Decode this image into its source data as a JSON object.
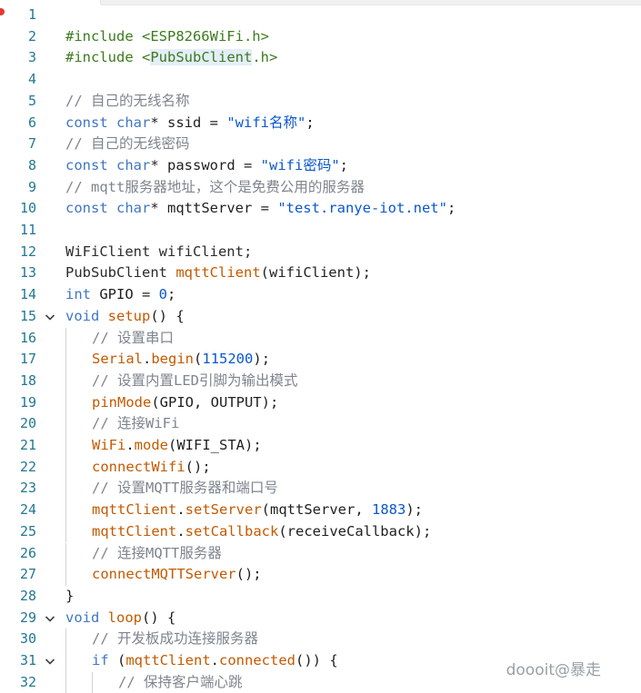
{
  "watermark": "doooit@暴走",
  "lines": [
    {
      "n": "1",
      "fold": false,
      "indent": 0,
      "breakpoint": true,
      "tokens": []
    },
    {
      "n": "2",
      "fold": false,
      "indent": 0,
      "tokens": [
        {
          "t": "#include <ESP8266WiFi.h>",
          "c": "pre"
        }
      ]
    },
    {
      "n": "3",
      "fold": false,
      "indent": 0,
      "tokens": [
        {
          "t": "#include <",
          "c": "pre"
        },
        {
          "t": "PubSubClient",
          "c": "pre",
          "hl": true
        },
        {
          "t": ".h>",
          "c": "pre"
        }
      ]
    },
    {
      "n": "4",
      "fold": false,
      "indent": 0,
      "tokens": []
    },
    {
      "n": "5",
      "fold": false,
      "indent": 0,
      "tokens": [
        {
          "t": "// 自己的无线名称",
          "c": "comment"
        }
      ]
    },
    {
      "n": "6",
      "fold": false,
      "indent": 0,
      "tokens": [
        {
          "t": "const ",
          "c": "keyword"
        },
        {
          "t": "char",
          "c": "keyword"
        },
        {
          "t": "* ssid = ",
          "c": "plain"
        },
        {
          "t": "\"wifi名称\"",
          "c": "string"
        },
        {
          "t": ";",
          "c": "plain"
        }
      ]
    },
    {
      "n": "7",
      "fold": false,
      "indent": 0,
      "tokens": [
        {
          "t": "// 自己的无线密码",
          "c": "comment"
        }
      ]
    },
    {
      "n": "8",
      "fold": false,
      "indent": 0,
      "tokens": [
        {
          "t": "const ",
          "c": "keyword"
        },
        {
          "t": "char",
          "c": "keyword"
        },
        {
          "t": "* password = ",
          "c": "plain"
        },
        {
          "t": "\"wifi密码\"",
          "c": "string"
        },
        {
          "t": ";",
          "c": "plain"
        }
      ]
    },
    {
      "n": "9",
      "fold": false,
      "indent": 0,
      "tokens": [
        {
          "t": "// mqtt服务器地址，这个是免费公用的服务器",
          "c": "comment"
        }
      ]
    },
    {
      "n": "10",
      "fold": false,
      "indent": 0,
      "tokens": [
        {
          "t": "const ",
          "c": "keyword"
        },
        {
          "t": "char",
          "c": "keyword"
        },
        {
          "t": "* mqttServer = ",
          "c": "plain"
        },
        {
          "t": "\"test.ranye-iot.net\"",
          "c": "string"
        },
        {
          "t": ";",
          "c": "plain"
        }
      ]
    },
    {
      "n": "11",
      "fold": false,
      "indent": 0,
      "tokens": []
    },
    {
      "n": "12",
      "fold": false,
      "indent": 0,
      "tokens": [
        {
          "t": "WiFiClient wifiClient;",
          "c": "type"
        }
      ]
    },
    {
      "n": "13",
      "fold": false,
      "indent": 0,
      "tokens": [
        {
          "t": "PubSubClient ",
          "c": "type"
        },
        {
          "t": "mqttClient",
          "c": "fn"
        },
        {
          "t": "(wifiClient);",
          "c": "plain"
        }
      ]
    },
    {
      "n": "14",
      "fold": false,
      "indent": 0,
      "tokens": [
        {
          "t": "int",
          "c": "keyword"
        },
        {
          "t": " GPIO = ",
          "c": "plain"
        },
        {
          "t": "0",
          "c": "number"
        },
        {
          "t": ";",
          "c": "plain"
        }
      ]
    },
    {
      "n": "15",
      "fold": true,
      "indent": 0,
      "tokens": [
        {
          "t": "void",
          "c": "keyword"
        },
        {
          "t": " ",
          "c": "plain"
        },
        {
          "t": "setup",
          "c": "fn"
        },
        {
          "t": "() {",
          "c": "plain"
        }
      ]
    },
    {
      "n": "16",
      "fold": false,
      "indent": 1,
      "tokens": [
        {
          "t": "// 设置串口",
          "c": "comment"
        }
      ]
    },
    {
      "n": "17",
      "fold": false,
      "indent": 1,
      "tokens": [
        {
          "t": "Serial",
          "c": "obj"
        },
        {
          "t": ".",
          "c": "plain"
        },
        {
          "t": "begin",
          "c": "fn"
        },
        {
          "t": "(",
          "c": "plain"
        },
        {
          "t": "115200",
          "c": "number"
        },
        {
          "t": ");",
          "c": "plain"
        }
      ]
    },
    {
      "n": "18",
      "fold": false,
      "indent": 1,
      "tokens": [
        {
          "t": "// 设置内置LED引脚为输出模式",
          "c": "comment"
        }
      ]
    },
    {
      "n": "19",
      "fold": false,
      "indent": 1,
      "tokens": [
        {
          "t": "pinMode",
          "c": "fn"
        },
        {
          "t": "(GPIO, OUTPUT);",
          "c": "plain"
        }
      ]
    },
    {
      "n": "20",
      "fold": false,
      "indent": 1,
      "tokens": [
        {
          "t": "// 连接WiFi",
          "c": "comment"
        }
      ]
    },
    {
      "n": "21",
      "fold": false,
      "indent": 1,
      "tokens": [
        {
          "t": "WiFi",
          "c": "obj"
        },
        {
          "t": ".",
          "c": "plain"
        },
        {
          "t": "mode",
          "c": "fn"
        },
        {
          "t": "(WIFI_STA);",
          "c": "plain"
        }
      ]
    },
    {
      "n": "22",
      "fold": false,
      "indent": 1,
      "tokens": [
        {
          "t": "connectWifi",
          "c": "fn"
        },
        {
          "t": "();",
          "c": "plain"
        }
      ]
    },
    {
      "n": "23",
      "fold": false,
      "indent": 1,
      "tokens": [
        {
          "t": "// 设置MQTT服务器和端口号",
          "c": "comment"
        }
      ]
    },
    {
      "n": "24",
      "fold": false,
      "indent": 1,
      "tokens": [
        {
          "t": "mqttClient",
          "c": "obj"
        },
        {
          "t": ".",
          "c": "plain"
        },
        {
          "t": "setServer",
          "c": "fn"
        },
        {
          "t": "(mqttServer, ",
          "c": "plain"
        },
        {
          "t": "1883",
          "c": "number"
        },
        {
          "t": ");",
          "c": "plain"
        }
      ]
    },
    {
      "n": "25",
      "fold": false,
      "indent": 1,
      "tokens": [
        {
          "t": "mqttClient",
          "c": "obj"
        },
        {
          "t": ".",
          "c": "plain"
        },
        {
          "t": "setCallback",
          "c": "fn"
        },
        {
          "t": "(receiveCallback);",
          "c": "plain"
        }
      ]
    },
    {
      "n": "26",
      "fold": false,
      "indent": 1,
      "tokens": [
        {
          "t": "// 连接MQTT服务器",
          "c": "comment"
        }
      ]
    },
    {
      "n": "27",
      "fold": false,
      "indent": 1,
      "tokens": [
        {
          "t": "connectMQTTServer",
          "c": "fn"
        },
        {
          "t": "();",
          "c": "plain"
        }
      ]
    },
    {
      "n": "28",
      "fold": false,
      "indent": 0,
      "tokens": [
        {
          "t": "}",
          "c": "plain"
        }
      ]
    },
    {
      "n": "29",
      "fold": true,
      "indent": 0,
      "tokens": [
        {
          "t": "void",
          "c": "keyword"
        },
        {
          "t": " ",
          "c": "plain"
        },
        {
          "t": "loop",
          "c": "fn"
        },
        {
          "t": "() {",
          "c": "plain"
        }
      ]
    },
    {
      "n": "30",
      "fold": false,
      "indent": 1,
      "tokens": [
        {
          "t": "// 开发板成功连接服务器",
          "c": "comment"
        }
      ]
    },
    {
      "n": "31",
      "fold": true,
      "indent": 1,
      "tokens": [
        {
          "t": "if",
          "c": "keyword"
        },
        {
          "t": " (",
          "c": "plain"
        },
        {
          "t": "mqttClient",
          "c": "obj"
        },
        {
          "t": ".",
          "c": "plain"
        },
        {
          "t": "connected",
          "c": "fn"
        },
        {
          "t": "()) {",
          "c": "plain"
        }
      ]
    },
    {
      "n": "32",
      "fold": false,
      "indent": 2,
      "tokens": [
        {
          "t": "// 保持客户端心跳",
          "c": "comment"
        }
      ]
    }
  ]
}
